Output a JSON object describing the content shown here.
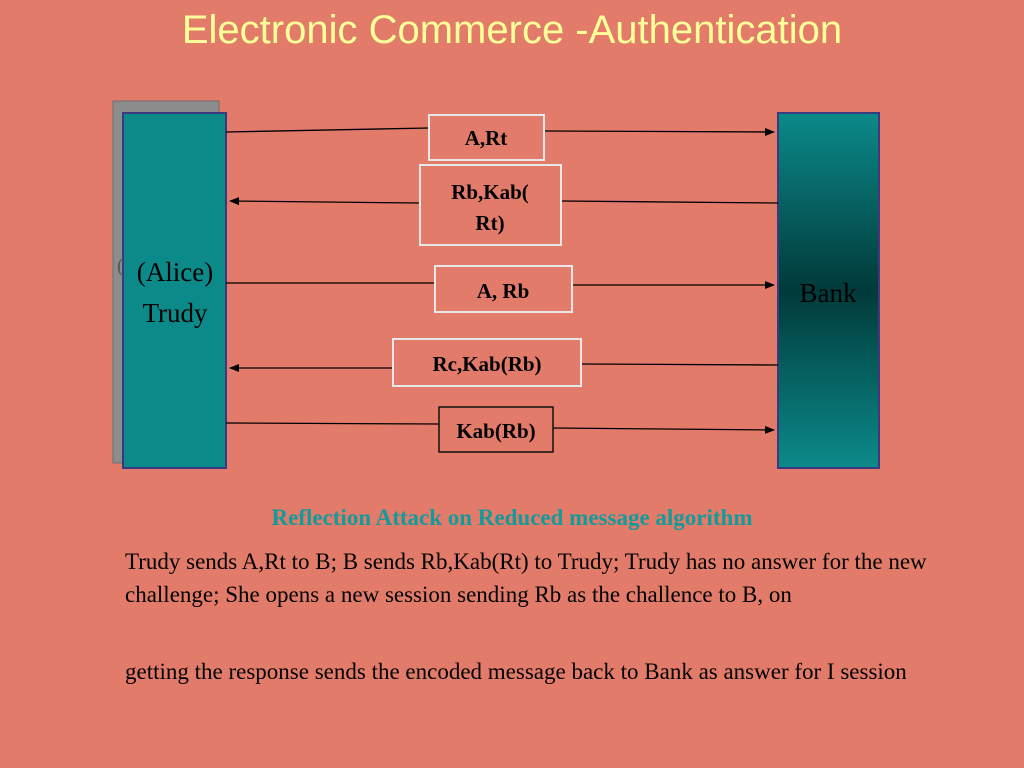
{
  "title": "Electronic Commerce -Authentication",
  "entities": {
    "left": [
      "(Alice)",
      "Trudy"
    ],
    "right": "Bank"
  },
  "messages": [
    {
      "label": [
        "A,Rt"
      ],
      "direction": "to-bank"
    },
    {
      "label": [
        "Rb,Kab(",
        "Rt)"
      ],
      "direction": "to-trudy"
    },
    {
      "label": [
        "A, Rb"
      ],
      "direction": "to-bank"
    },
    {
      "label": [
        "Rc,Kab(Rb)"
      ],
      "direction": "to-trudy"
    },
    {
      "label": [
        "Kab(Rb)"
      ],
      "direction": "to-bank"
    }
  ],
  "caption": "Reflection Attack on Reduced message algorithm",
  "paragraphs": [
    "Trudy sends A,Rt to B; B sends Rb,Kab(Rt) to Trudy; Trudy has no answer for the new challenge; She opens a new session sending Rb as the challence to B, on",
    "getting the response sends the encoded message back to Bank as answer for I session"
  ],
  "colors": {
    "background": "#E27B69",
    "title": "#FFFF99",
    "caption": "#139A9A",
    "entity_fill": "#0C8A8A",
    "entity_border": "#3A3A80"
  }
}
